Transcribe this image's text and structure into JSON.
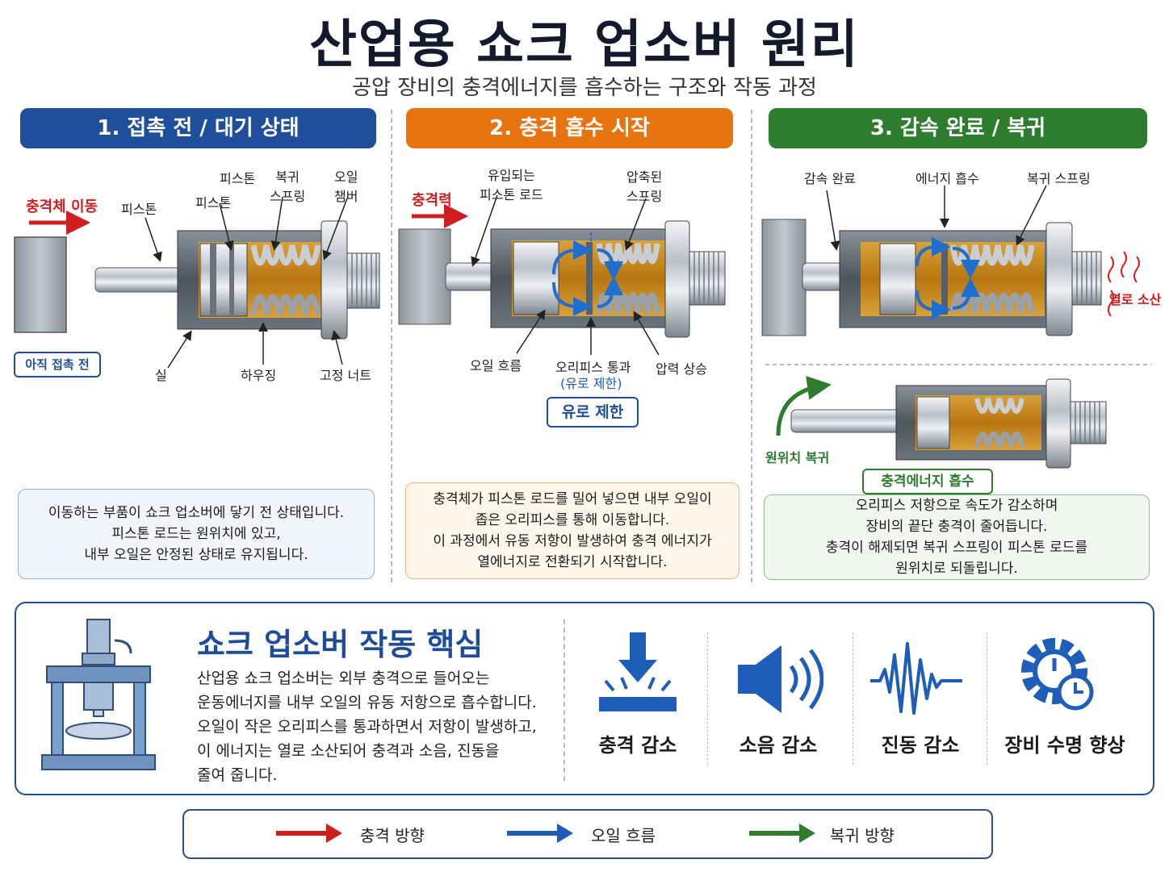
{
  "title": "산업용 쇼크 업소버 원리",
  "subtitle": "공압 장비의 충격에너지를 흡수하는 구조와 작동 과정",
  "colors": {
    "blue": "#1f4e9a",
    "orange": "#e8740f",
    "green": "#2e7d2e",
    "red": "#d01e1e",
    "oil": "#c98a1a"
  },
  "panel1": {
    "header": "1. 접촉 전 / 대기 상태",
    "impact_label": "충격체 이동",
    "labels": {
      "piston_outer": "피스톤",
      "piston_top": "피스톤",
      "spring": "복귀\n스프링",
      "chamber": "오일\n챔버",
      "seal": "실",
      "housing": "하우징",
      "nut": "고정 너트"
    },
    "tag": "아직 접촉 전",
    "desc": "이동하는 부품이 쇼크 업소버에 닿기 전 상태입니다.\n피스톤 로드는 원위치에 있고,\n내부 오일은 안정된 상태로 유지됩니다."
  },
  "panel2": {
    "header": "2. 충격 흡수 시작",
    "impact_label": "충격력",
    "labels": {
      "rod": "유입되는\n피스톤 로드",
      "spring": "압축된\n스프링",
      "oil_flow": "오일 흐름",
      "orifice": "오리피스 통과",
      "orifice_sub": "(유로 제한)",
      "pressure": "압력 상승"
    },
    "tag": "유로 제한",
    "desc": "충격체가 피스톤 로드를 밀어 넣으면 내부 오일이\n좁은 오리피스를 통해 이동합니다.\n이 과정에서 유동 저항이 발생하여 충격 에너지가\n열에너지로 전환되기 시작합니다."
  },
  "panel3": {
    "header": "3. 감속 완료 / 복귀",
    "labels": {
      "decel": "감속 완료",
      "energy": "에너지 흡수",
      "spring": "복귀 스프링",
      "heat": "열로 소산",
      "return": "원위치 복귀"
    },
    "tag": "충격에너지 흡수",
    "desc": "오리피스 저항으로 속도가 감소하며\n장비의 끝단 충격이 줄어듭니다.\n충격이 해제되면 복귀 스프링이 피스톤 로드를\n원위치로 되돌립니다."
  },
  "core": {
    "title": "쇼크 업소버 작동 핵심",
    "text": "산업용 쇼크 업소버는 외부 충격으로 들어오는\n운동에너지를 내부 오일의 유동 저항으로 흡수합니다.\n오일이 작은 오리피스를 통과하면서 저항이 발생하고,\n이 에너지는 열로 소산되어 충격과 소음, 진동을\n줄여 줍니다.",
    "benefits": [
      {
        "icon": "impact-down-icon",
        "label": "충격 감소"
      },
      {
        "icon": "speaker-icon",
        "label": "소음 감소"
      },
      {
        "icon": "waveform-icon",
        "label": "진동 감소"
      },
      {
        "icon": "gear-clock-icon",
        "label": "장비 수명 향상"
      }
    ]
  },
  "legend": [
    {
      "label": "충격 방향",
      "color": "#d01e1e"
    },
    {
      "label": "오일 흐름",
      "color": "#1f5bb5"
    },
    {
      "label": "복귀 방향",
      "color": "#2e7d2e"
    }
  ]
}
